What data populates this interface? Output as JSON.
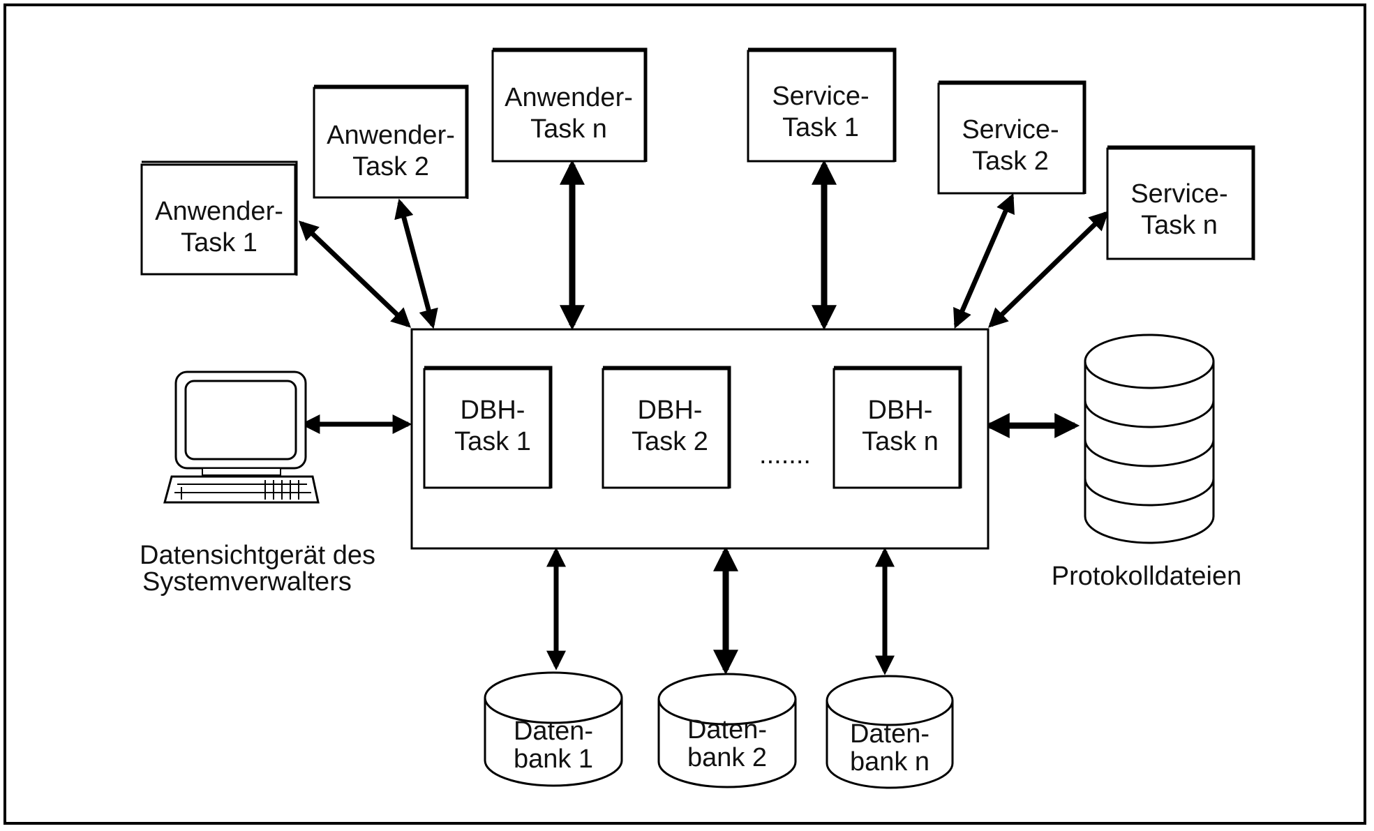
{
  "user_tasks": [
    {
      "line1": "Anwender-",
      "line2": "Task 1"
    },
    {
      "line1": "Anwender-",
      "line2": "Task 2"
    },
    {
      "line1": "Anwender-",
      "line2": "Task n"
    }
  ],
  "service_tasks": [
    {
      "line1": "Service-",
      "line2": "Task 1"
    },
    {
      "line1": "Service-",
      "line2": "Task 2"
    },
    {
      "line1": "Service-",
      "line2": "Task n"
    }
  ],
  "dbh_tasks": [
    {
      "line1": "DBH-",
      "line2": "Task 1"
    },
    {
      "line1": "DBH-",
      "line2": "Task 2"
    },
    {
      "line1": "DBH-",
      "line2": "Task n"
    }
  ],
  "dbh_ellipsis": ".......",
  "terminal_label": {
    "line1": "Datensichtgerät des",
    "line2": "Systemverwalters"
  },
  "log_files_label": "Protokolldateien",
  "databases": [
    {
      "line1": "Daten-",
      "line2": "bank 1"
    },
    {
      "line1": "Daten-",
      "line2": "bank 2"
    },
    {
      "line1": "Daten-",
      "line2": "bank n"
    }
  ]
}
